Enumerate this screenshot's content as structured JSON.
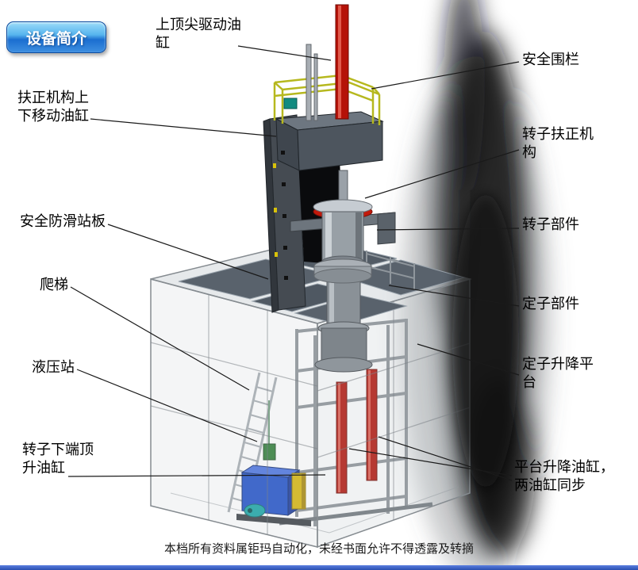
{
  "badge": {
    "label": "设备简介"
  },
  "labels": {
    "top_cylinder": {
      "text": "上顶尖驱动油\n缸"
    },
    "safety_fence": {
      "text": "安全围栏"
    },
    "centering_cylinder": {
      "text": "扶正机构上\n下移动油缸"
    },
    "rotor_centering": {
      "text": "转子扶正机\n构"
    },
    "antislip_plate": {
      "text": "安全防滑站板"
    },
    "rotor_part": {
      "text": "转子部件"
    },
    "ladder": {
      "text": "爬梯"
    },
    "stator_part": {
      "text": "定子部件"
    },
    "hydraulic_station": {
      "text": "液压站"
    },
    "stator_lift_platform": {
      "text": "定子升降平\n台"
    },
    "rotor_bottom_cylinder": {
      "text": "转子下端顶\n升油缸"
    },
    "platform_lift_cylinders": {
      "text": "平台升降油缸，\n两油缸同步"
    }
  },
  "footer": {
    "text": "本档所有资料属钜玛自动化，未经书面允许不得透露及转摘"
  },
  "colors": {
    "badge_blue": "#1b6ed0",
    "cylinder_red": "#b51208",
    "railing_yellow": "#b6b81e",
    "hydraulic_blue": "#2050c8"
  }
}
